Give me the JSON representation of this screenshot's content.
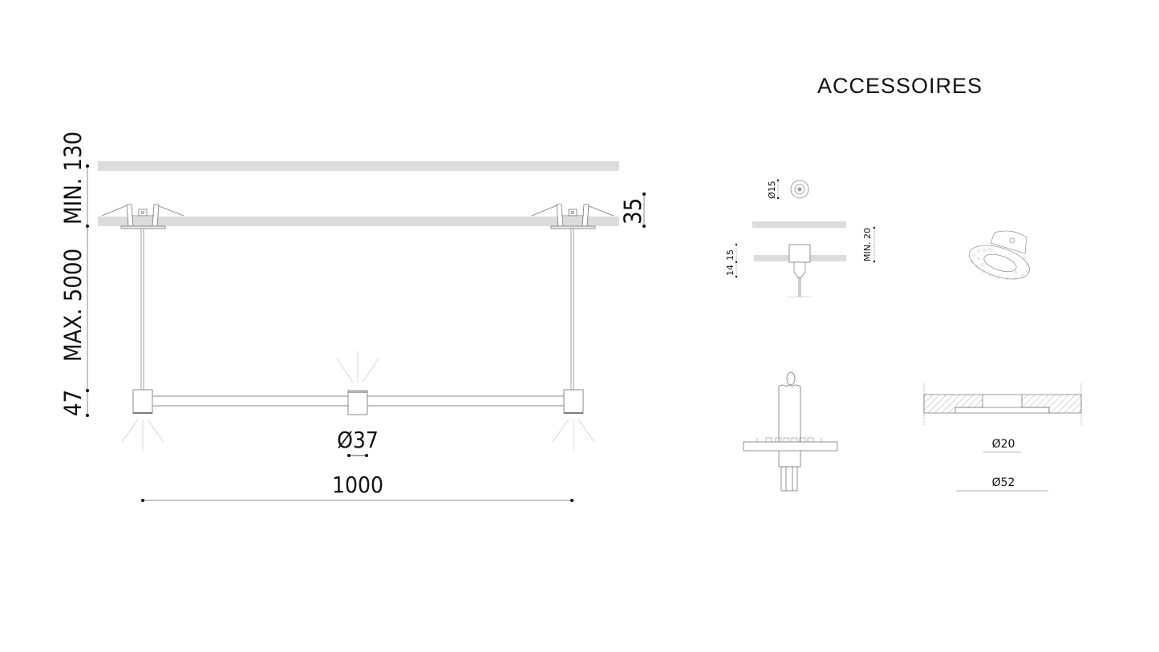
{
  "drawing": {
    "main_view": {
      "dimensions": {
        "ceiling_gap": "MIN. 130",
        "cable_length": "MAX. 5000",
        "body_height": "47",
        "recess_depth": "35",
        "diameter": "Ø37",
        "length": "1000"
      }
    },
    "accessories": {
      "title": "ACCESSOIRES",
      "top_left": {
        "diameter": "Ø15",
        "dim_a": "14",
        "dim_b": "15",
        "min_gap": "MIN. 20"
      },
      "bottom_right": {
        "inner_diameter": "Ø20",
        "outer_diameter": "Ø52"
      }
    }
  },
  "colors": {
    "ceiling": "#dcdcdc",
    "line": "#8a8a8a",
    "light_ray": "#d0d0d0",
    "text": "#111111"
  }
}
